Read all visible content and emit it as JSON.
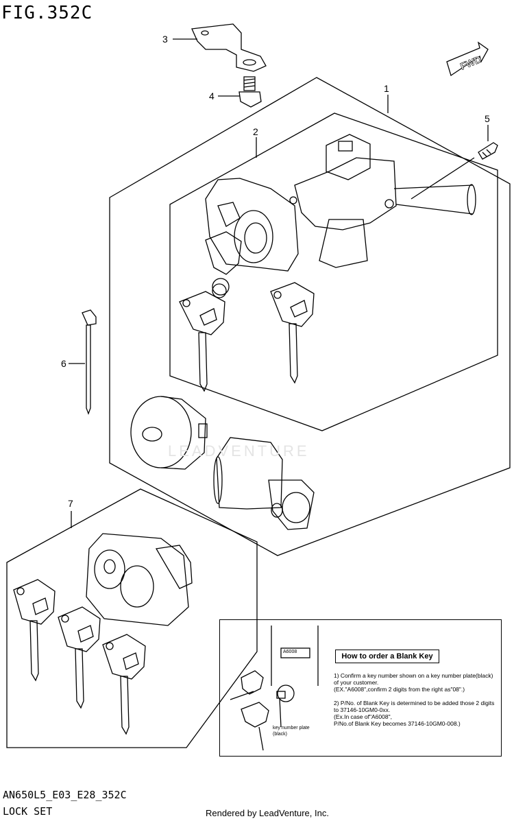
{
  "figure": {
    "title": "FIG.352C",
    "model_code": "AN650L5_E03_E28_352C",
    "name": "LOCK SET",
    "rendered_by": "Rendered by LeadVenture, Inc.",
    "watermark": "LEADVENTURE"
  },
  "callouts": [
    "1",
    "2",
    "3",
    "4",
    "5",
    "6",
    "7"
  ],
  "fwd_label": "FWD",
  "info_box": {
    "title": "How to order a Blank Key",
    "plate_code": "A6008",
    "plate_label_line1": "key number plate",
    "plate_label_line2": "(black)",
    "lines": [
      "1) Confirm a key number shown on a key number plate(black)",
      "  of your customer.",
      "(EX.\"A6008\",confirm 2 digits from the right as\"08\".)",
      "2) P/No. of Blank Key is determined to be added those 2 digits",
      "  to 37146-10GM0-0xx.",
      "(Ex.In case of\"A6008\",",
      "P/No.of Blank Key becomes 37146-10GM0-008.)"
    ]
  }
}
